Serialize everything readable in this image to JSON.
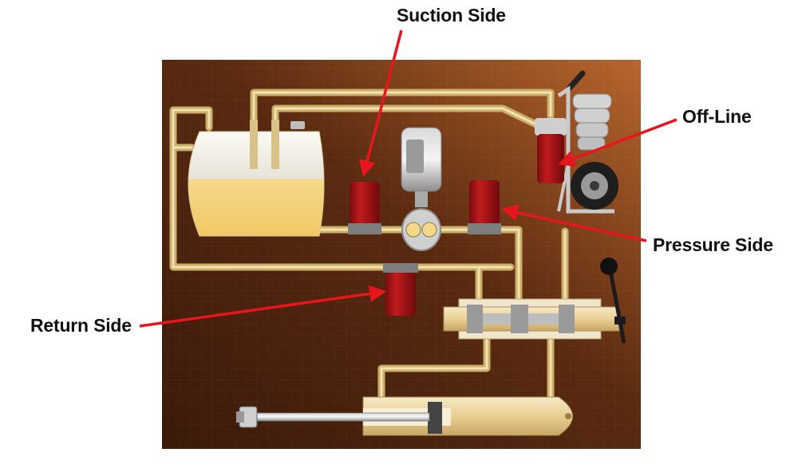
{
  "labels": {
    "suction": "Suction Side",
    "offline": "Off-Line",
    "pressure": "Pressure Side",
    "return": "Return Side"
  },
  "colors": {
    "board_dark": "#3f1d0c",
    "board_light": "#b8642b",
    "pipe": "#e2c583",
    "fluid": "#f3cd71",
    "filter_red": "#a51416",
    "arrow_red": "#e8141e"
  },
  "icons": [
    "reservoir-tank",
    "electric-motor",
    "gear-pump",
    "filter-canister",
    "filter-cart",
    "directional-valve",
    "hydraulic-cylinder",
    "control-lever"
  ]
}
